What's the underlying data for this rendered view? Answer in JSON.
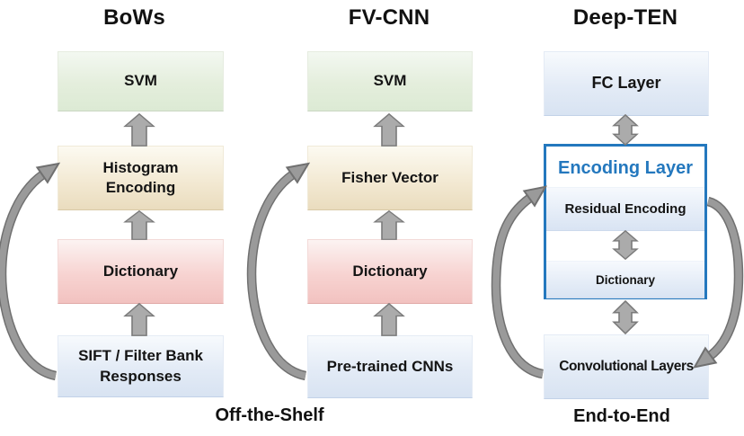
{
  "columns": {
    "bows": {
      "title": "BoWs",
      "boxes": {
        "svm": "SVM",
        "histogram": "Histogram Encoding",
        "dictionary": "Dictionary",
        "features": "SIFT / Filter Bank Responses"
      }
    },
    "fvcnn": {
      "title": "FV-CNN",
      "boxes": {
        "svm": "SVM",
        "fisher": "Fisher Vector",
        "dictionary": "Dictionary",
        "features": "Pre-trained CNNs"
      }
    },
    "deepten": {
      "title": "Deep-TEN",
      "boxes": {
        "fc": "FC Layer",
        "encoding_title": "Encoding Layer",
        "residual": "Residual Encoding",
        "dictionary": "Dictionary",
        "conv": "Convolutional Layers"
      }
    }
  },
  "footers": {
    "left": "Off-the-Shelf",
    "right": "End-to-End"
  },
  "colors": {
    "encoding_border_blue": "#2478be",
    "encoding_title_blue": "#2478be",
    "svm_green_bottom": "#dcead4",
    "encoding_tan_bottom": "#eadcbe",
    "dictionary_pink_bottom": "#f2c2c0",
    "feature_blue_bottom": "#d8e3f2",
    "block_arrow_gray": "#ababab",
    "curved_arrow_gray": "#9a9a9a",
    "text_black": "#141414"
  }
}
